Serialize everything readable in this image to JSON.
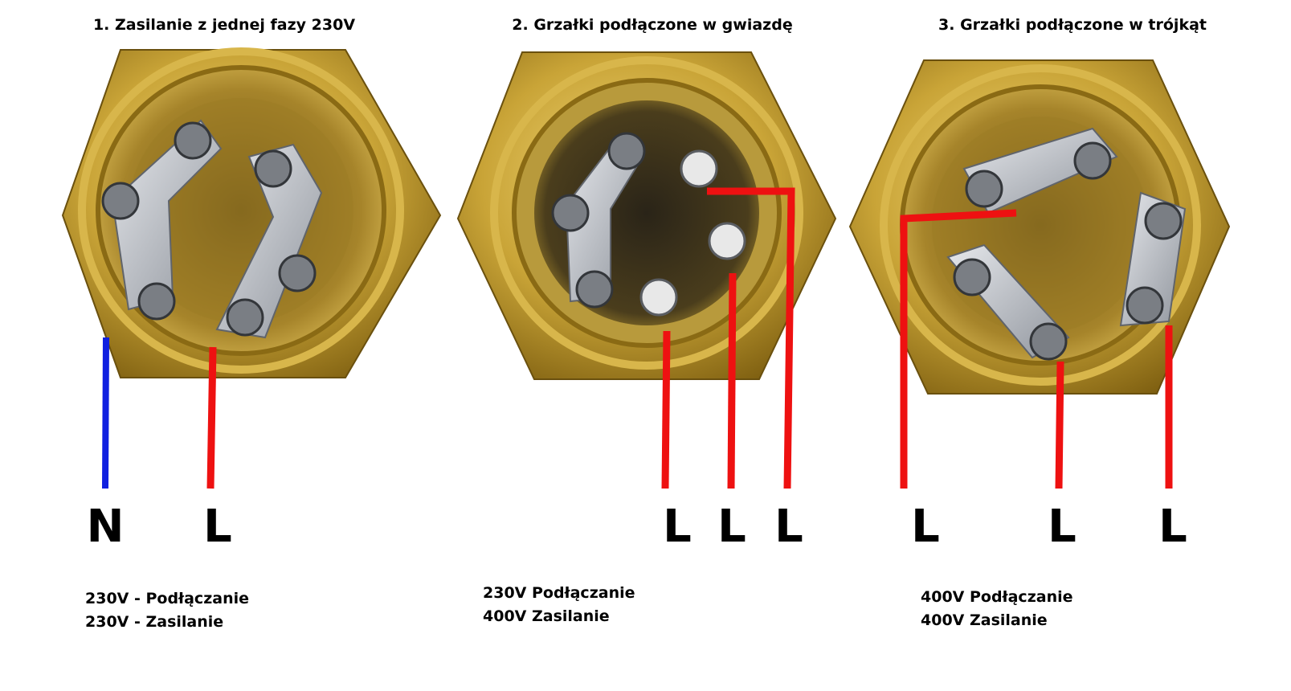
{
  "colors": {
    "brass": "#c9a437",
    "brass_dark": "#8a6a14",
    "wire_red": "#ee1111",
    "wire_blue": "#1020e0",
    "steel": "#b9bcc2"
  },
  "panels": [
    {
      "title": "1. Zasilanie z jednej fazy 230V",
      "letters": [
        "N",
        "L"
      ],
      "notes": [
        "230V - Podłączanie",
        "230V - Zasilanie"
      ]
    },
    {
      "title": "2. Grzałki podłączone w gwiazdę",
      "letters": [
        "L",
        "L",
        "L"
      ],
      "notes": [
        "230V Podłączanie",
        "400V Zasilanie"
      ]
    },
    {
      "title": "3. Grzałki podłączone w trójkąt",
      "letters": [
        "L",
        "L",
        "L"
      ],
      "notes": [
        "400V Podłączanie",
        "400V Zasilanie"
      ]
    }
  ]
}
